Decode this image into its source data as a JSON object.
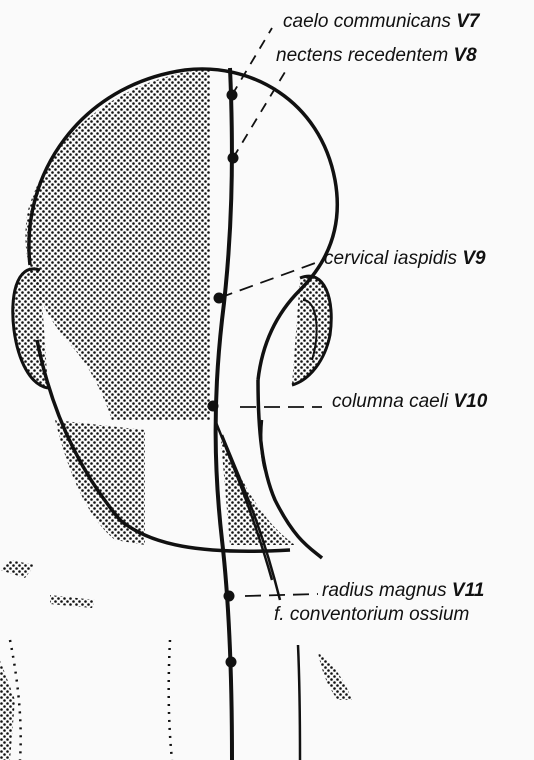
{
  "points": [
    {
      "name": "caelo communicans",
      "code": "V7"
    },
    {
      "name": "nectens recedentem",
      "code": "V8"
    },
    {
      "name": "cervical iaspidis",
      "code": "V9"
    },
    {
      "name": "columna caeli",
      "code": "V10"
    },
    {
      "name": "radius magnus",
      "code": "V11"
    }
  ],
  "extra_label": "f. conventorium ossium",
  "colors": {
    "ink": "#111111",
    "paper": "#fafafa"
  }
}
